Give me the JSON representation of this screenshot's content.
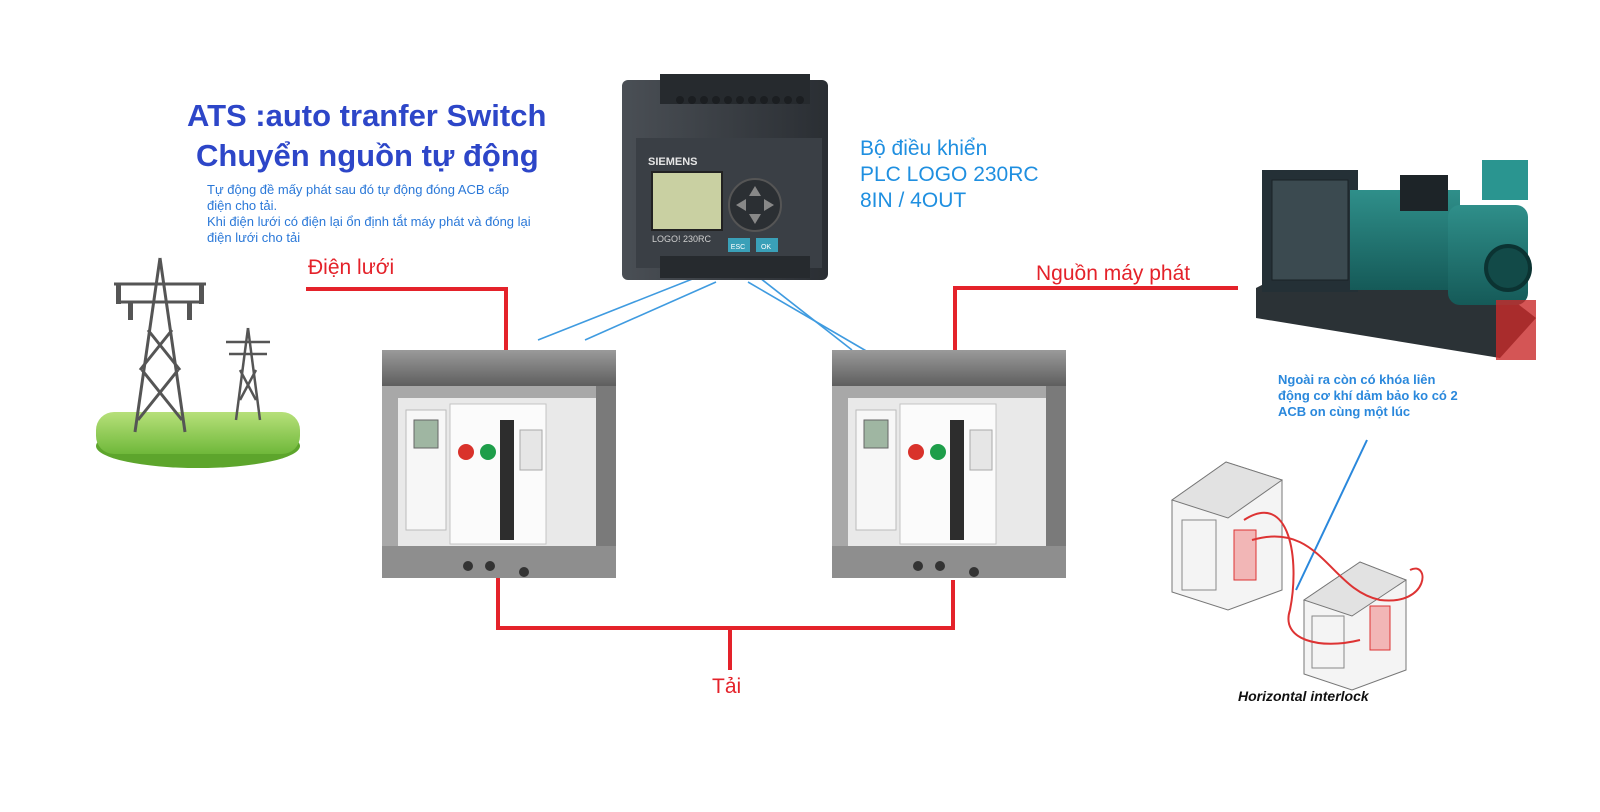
{
  "title": {
    "line1": "ATS :auto tranfer Switch",
    "line2": "Chuyển nguồn tự động"
  },
  "description": {
    "line1": "Tự động đề mấy phát sau đó tự động đóng ACB cấp điện cho tải.",
    "line2": "Khi điện lưới có điện lại ổn định tắt máy phát và đóng lại điện lưới cho tải"
  },
  "plc": {
    "line1": "Bộ điều khiển",
    "line2": "PLC LOGO 230RC",
    "line3": "8IN / 4OUT",
    "brand": "SIEMENS",
    "model": "LOGO! 230RC",
    "esc": "ESC",
    "ok": "OK"
  },
  "labels": {
    "grid": "Điện lưới",
    "generator": "Nguồn máy phát",
    "load": "Tải"
  },
  "interlock": {
    "note": "Ngoài ra còn có khóa liên động cơ khí dảm bảo ko có 2 ACB on cùng một lúc",
    "caption": "Horizontal interlock"
  },
  "colors": {
    "title": "#2d46c8",
    "power_line": "#e4222a",
    "signal_line": "#3f9be0",
    "plc_text": "#1f8fe0"
  },
  "icons": [
    "power-tower-icon",
    "plc-icon",
    "acb-breaker-icon",
    "generator-icon",
    "interlock-icon"
  ]
}
